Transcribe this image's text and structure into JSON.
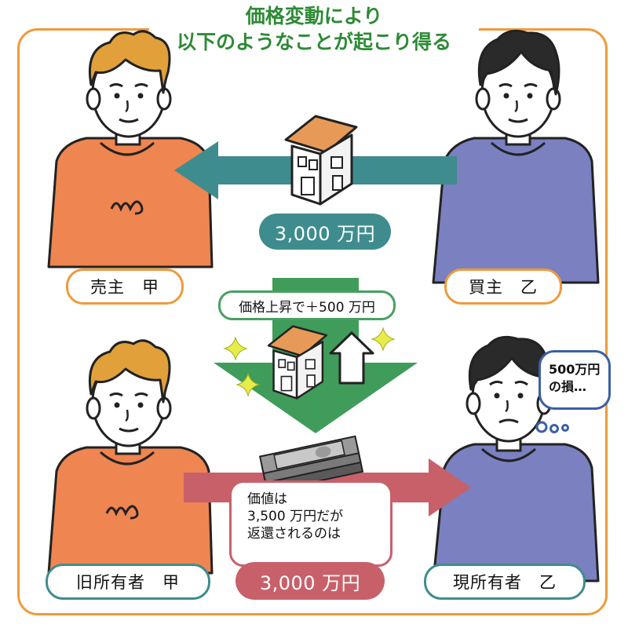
{
  "title": {
    "line1": "価格変動により",
    "line2": "以下のようなことが起こり得る"
  },
  "top": {
    "seller_label": "売主　甲",
    "buyer_label": "買主　乙",
    "price": "3,000 万円"
  },
  "middle": {
    "rise_label": "価格上昇で＋500 万円"
  },
  "bottom": {
    "old_owner_label": "旧所有者　甲",
    "current_owner_label": "現所有者　乙",
    "value_note": [
      "価値は",
      "3,500 万円だが",
      "返還されるのは"
    ],
    "refund_price": "3,000 万円",
    "loss_bubble": [
      "500万円",
      "の損…"
    ]
  },
  "colors": {
    "frame": "#ee9a3c",
    "title": "#2e8a36",
    "teal": "#3f8c8e",
    "red": "#c8606a",
    "green_arrow": "#3f9c5a",
    "seller_shirt": "#ef8550",
    "buyer_shirt": "#7a80c0",
    "hair_seller": "#e1a03a",
    "hair_buyer": "#2a2a2a"
  }
}
